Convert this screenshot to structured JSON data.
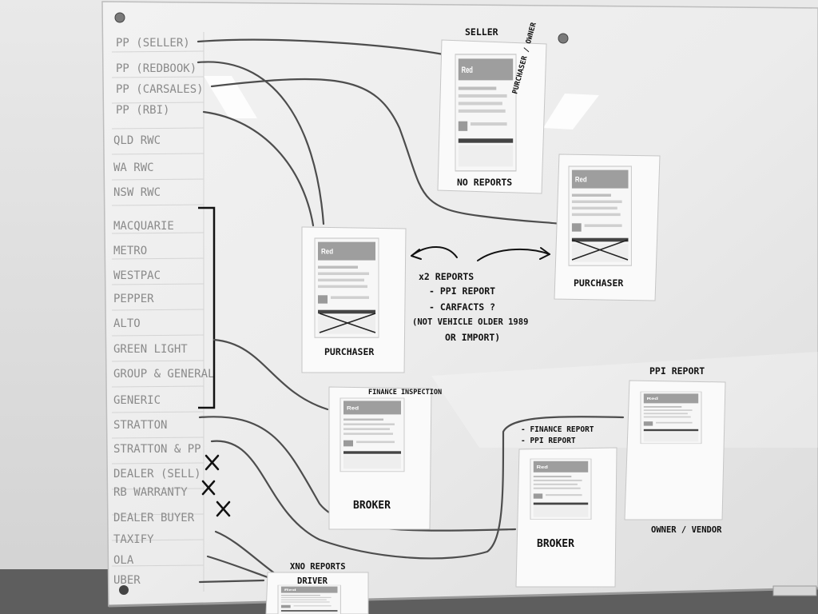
{
  "board": {
    "left_list": [
      "PP (SELLER)",
      "PP (REDBOOK)",
      "PP (CARSALES)",
      "PP (RBI)",
      "QLD RWC",
      "WA RWC",
      "NSW RWC",
      "MACQUARIE",
      "METRO",
      "WESTPAC",
      "PEPPER",
      "ALTO",
      "GREEN LIGHT",
      "GROUP & GENERAL",
      "GENERIC",
      "STRATTON",
      "STRATTON & PP",
      "DEALER (SELL)",
      "RB WARRANTY",
      "DEALER BUYER",
      "TAXIFY",
      "OLA",
      "UBER"
    ],
    "crossed_out": [
      "DEALER (SELL)",
      "RB WARRANTY",
      "DEALER BUYER"
    ],
    "seller": "SELLER",
    "purchaser_owner": "PURCHASER / OWNER",
    "no_reports": "NO REPORTS",
    "purchaser_right": "PURCHASER",
    "purchaser_left": "PURCHASER",
    "x2_reports": "x2 REPORTS",
    "ppi_report": "- PPI REPORT",
    "carfacts": "- CARFACTS ?",
    "note_line1": "(NOT VEHICLE OLDER 1989",
    "note_line2": "OR IMPORT)",
    "finance_inspection": "FINANCE INSPECTION",
    "broker_left": "BROKER",
    "finance_report": "- FINANCE REPORT",
    "ppi_report_small": "- PPI REPORT",
    "broker_right": "BROKER",
    "ppi_report_title": "PPI REPORT",
    "owner_vendor": "OWNER / VENDOR",
    "xno_reports": "XNO REPORTS",
    "driver": "DRIVER"
  },
  "doc_brand": "Red"
}
